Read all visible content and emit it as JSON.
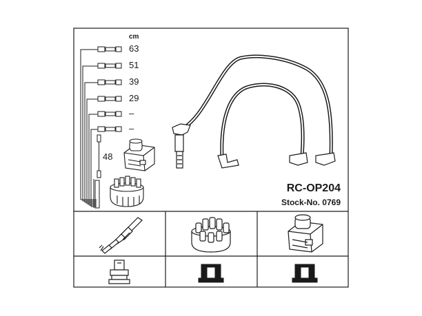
{
  "product": {
    "code": "RC-OP204",
    "stock": "Stock-No. 0769"
  },
  "lengths": {
    "unit": "cm",
    "values": [
      "63",
      "51",
      "39",
      "29",
      "–",
      "–"
    ],
    "side_value": "48"
  },
  "icons": {
    "spark_plug": "spark-plug-icon",
    "distributor_cap": "distributor-cap-icon",
    "ignition_coil": "ignition-coil-icon"
  },
  "colors": {
    "line": "#1a1a1a",
    "background": "#ffffff"
  }
}
